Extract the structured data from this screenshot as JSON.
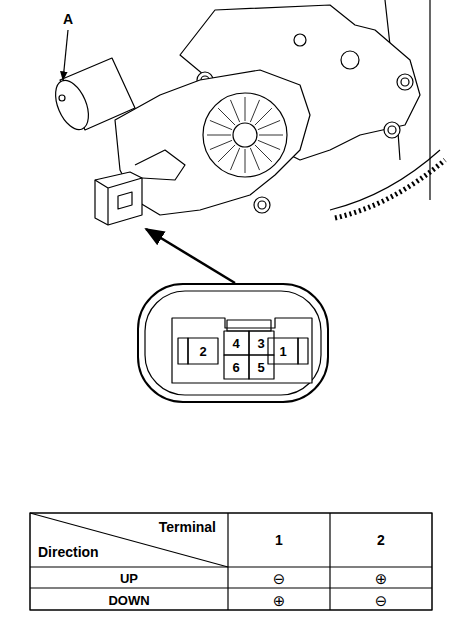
{
  "diagram": {
    "labels": [
      "A",
      "2",
      "4",
      "3",
      "1",
      "6",
      "5",
      "Terminal",
      "Direction",
      "1",
      "2",
      "UP",
      "⊖",
      "⊕",
      "DOWN",
      "⊕",
      "⊖"
    ]
  }
}
